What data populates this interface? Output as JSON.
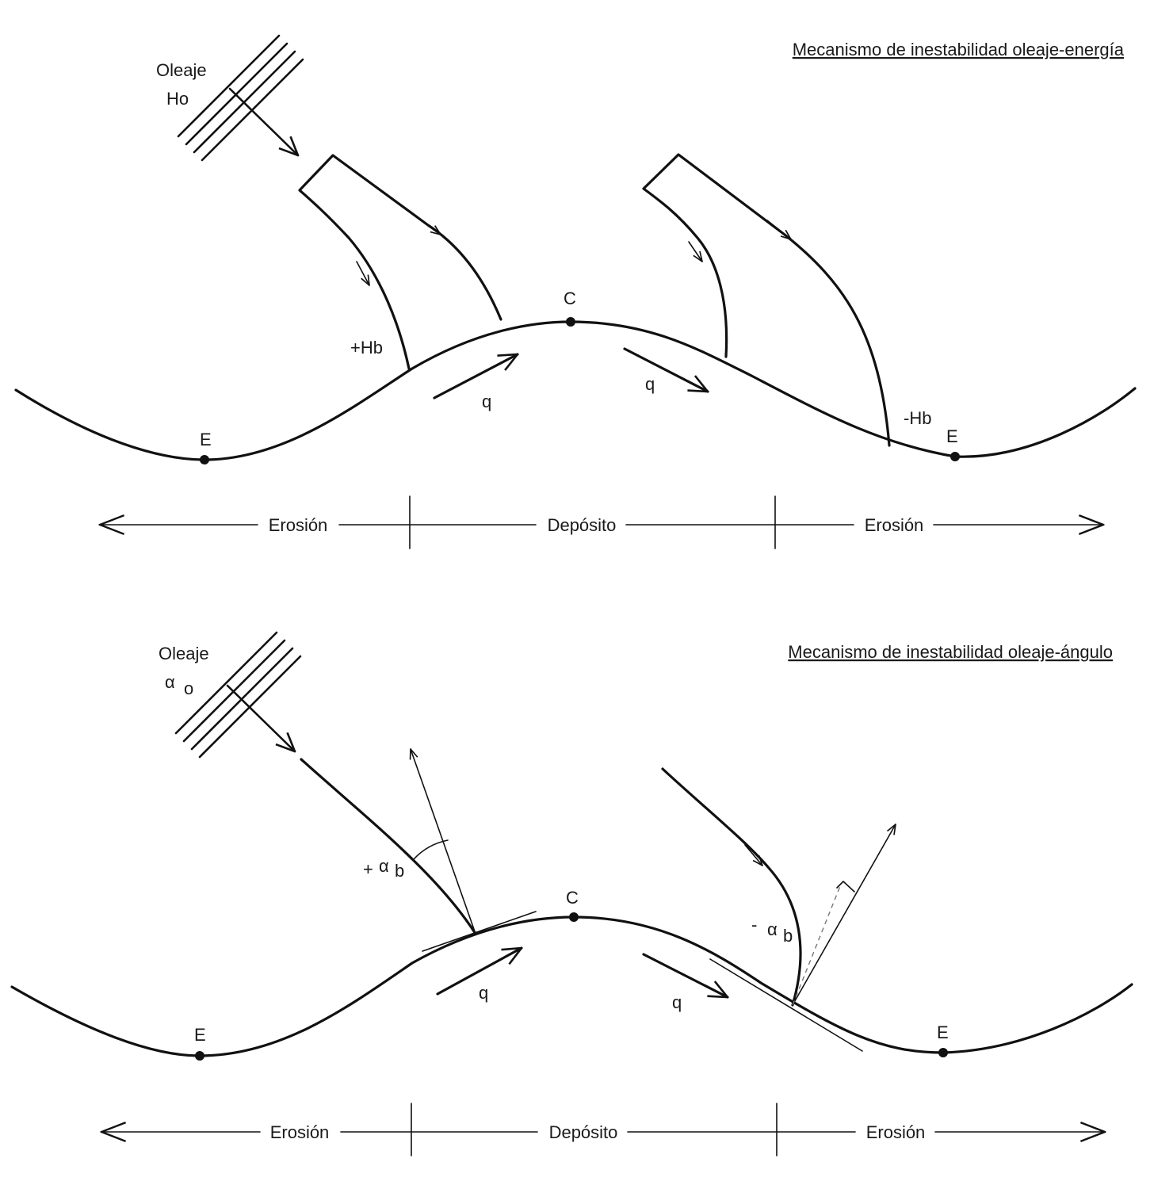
{
  "top_panel": {
    "title": "Mecanismo de inestabilidad oleaje-energía",
    "wave_label": "Oleaje",
    "wave_param": "Ho",
    "crest_label": "C",
    "trough_left_label": "E",
    "trough_right_label": "E",
    "left_wave_label": "+Hb",
    "right_wave_label": "-Hb",
    "transport_left_label": "q",
    "transport_right_label": "q",
    "zones": {
      "left": "Erosión",
      "middle": "Depósito",
      "right": "Erosión"
    }
  },
  "bottom_panel": {
    "title": "Mecanismo de inestabilidad oleaje-ángulo",
    "wave_label": "Oleaje",
    "wave_param_symbol": "α",
    "wave_param_sub": "o",
    "crest_label": "C",
    "trough_left_label": "E",
    "trough_right_label": "E",
    "left_angle_sign": "+",
    "right_angle_sign": "-",
    "angle_symbol": "α",
    "angle_sub": "b",
    "transport_left_label": "q",
    "transport_right_label": "q",
    "zones": {
      "left": "Erosión",
      "middle": "Depósito",
      "right": "Erosión"
    }
  }
}
